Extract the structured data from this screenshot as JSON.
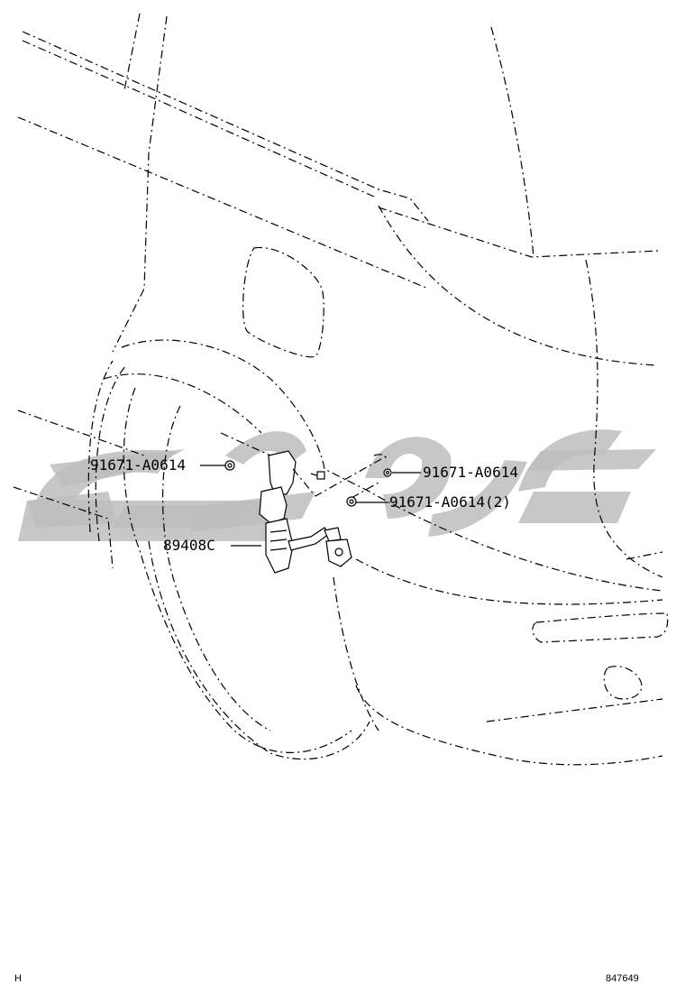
{
  "diagram": {
    "callouts": [
      {
        "id": "clip-left",
        "text": "91671-A0614"
      },
      {
        "id": "clip-right-top",
        "text": "91671-A0614"
      },
      {
        "id": "clip-right-bottom",
        "text": "91671-A0614(2)"
      },
      {
        "id": "sensor",
        "text": "89408C"
      }
    ],
    "footer": {
      "left_mark": "H",
      "drawing_number": "847649"
    }
  }
}
